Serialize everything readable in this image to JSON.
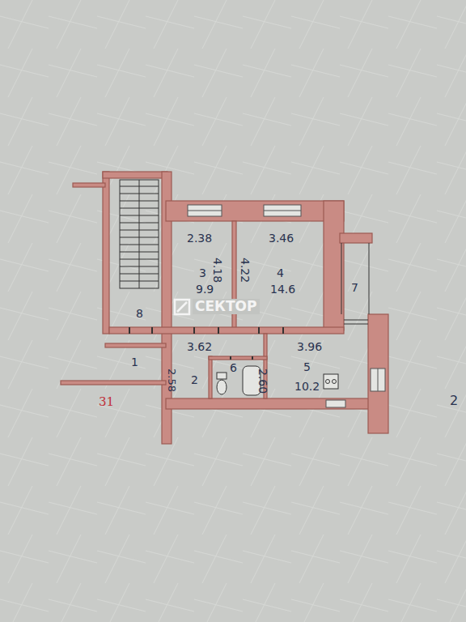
{
  "diagram": {
    "nodes": [
      {
        "text": [
          "3",
          "9.9"
        ]
      },
      {
        "text": [
          "4",
          "14.6"
        ]
      },
      {
        "text": [
          "2"
        ]
      },
      {
        "text": [
          "6"
        ]
      },
      {
        "text": [
          "5",
          "10.2"
        ]
      },
      {
        "text": [
          "7"
        ]
      },
      {
        "text": [
          "8"
        ]
      },
      {
        "text": [
          "1"
        ]
      }
    ],
    "labels": [
      "2.38",
      "4.18",
      "3.46",
      "4.22",
      "3.62",
      "2.58",
      "3.96",
      "2.60",
      "31",
      "2",
      "СЕКТОР"
    ]
  }
}
